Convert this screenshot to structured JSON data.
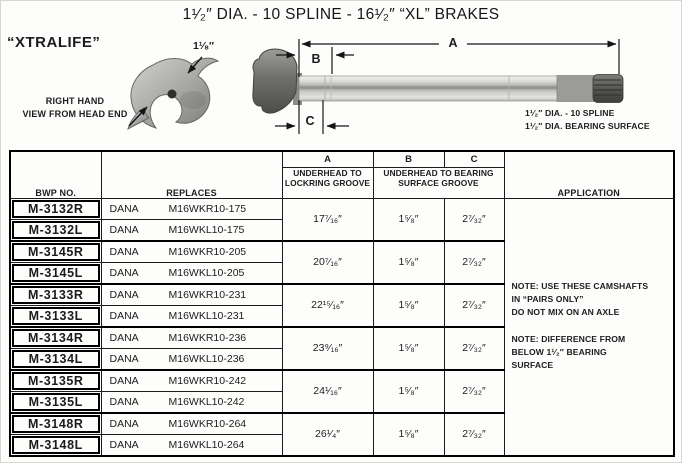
{
  "page": {
    "title": "1¹⁄₂″ DIA. - 10 SPLINE - 16¹⁄₂″ “XL” BRAKES",
    "brand_label": "“XTRALIFE”",
    "view_label_line1": "RIGHT HAND",
    "view_label_line2": "VIEW FROM HEAD END"
  },
  "diagram": {
    "cam_dim_label": "1¹⁄₈″",
    "dim_a_label": "A",
    "dim_b_label": "B",
    "dim_c_label": "C",
    "shaft_spec_line1": "1¹⁄₂″ DIA. - 10 SPLINE",
    "shaft_spec_line2": "1¹⁄₂″ DIA. BEARING SURFACE"
  },
  "table": {
    "headers": {
      "bwp": "BWP NO.",
      "replaces": "REPLACES",
      "col_a": "A",
      "col_b": "B",
      "col_c": "C",
      "a_desc_line1": "UNDERHEAD TO",
      "a_desc_line2": "LOCKRING GROOVE",
      "bc_desc_line1": "UNDERHEAD TO BEARING",
      "bc_desc_line2": "SURFACE GROOVE",
      "application": "APPLICATION"
    },
    "pairs": [
      {
        "r": {
          "bwp": "M-3132R",
          "brand": "DANA",
          "part": "M16WKR10-175"
        },
        "l": {
          "bwp": "M-3132L",
          "brand": "DANA",
          "part": "M16WKL10-175"
        },
        "a": "17⁷⁄₁₆″",
        "b": "1⁵⁄₈″",
        "c": "2⁷⁄₃₂″"
      },
      {
        "r": {
          "bwp": "M-3145R",
          "brand": "DANA",
          "part": "M16WKR10-205"
        },
        "l": {
          "bwp": "M-3145L",
          "brand": "DANA",
          "part": "M16WKL10-205"
        },
        "a": "20⁷⁄₁₆″",
        "b": "1⁵⁄₈″",
        "c": "2⁷⁄₃₂″"
      },
      {
        "r": {
          "bwp": "M-3133R",
          "brand": "DANA",
          "part": "M16WKR10-231"
        },
        "l": {
          "bwp": "M-3133L",
          "brand": "DANA",
          "part": "M16WKL10-231"
        },
        "a": "22¹⁵⁄₁₆″",
        "b": "1⁵⁄₈″",
        "c": "2⁷⁄₃₂″"
      },
      {
        "r": {
          "bwp": "M-3134R",
          "brand": "DANA",
          "part": "M16WKR10-236"
        },
        "l": {
          "bwp": "M-3134L",
          "brand": "DANA",
          "part": "M16WKL10-236"
        },
        "a": "23⁹⁄₁₆″",
        "b": "1⁵⁄₈″",
        "c": "2⁷⁄₃₂″"
      },
      {
        "r": {
          "bwp": "M-3135R",
          "brand": "DANA",
          "part": "M16WKR10-242"
        },
        "l": {
          "bwp": "M-3135L",
          "brand": "DANA",
          "part": "M16WKL10-242"
        },
        "a": "24¹⁄₁₆″",
        "b": "1⁵⁄₈″",
        "c": "2⁷⁄₃₂″"
      },
      {
        "r": {
          "bwp": "M-3148R",
          "brand": "DANA",
          "part": "M16WKR10-264"
        },
        "l": {
          "bwp": "M-3148L",
          "brand": "DANA",
          "part": "M16WKL10-264"
        },
        "a": "26¹⁄₄″",
        "b": "1⁵⁄₈″",
        "c": "2⁷⁄₃₂″"
      }
    ],
    "notes": [
      {
        "lines": [
          "NOTE: USE THESE CAMSHAFTS",
          "IN “PAIRS ONLY”",
          "DO NOT MIX ON AN AXLE"
        ]
      },
      {
        "lines": [
          "NOTE: DIFFERENCE FROM",
          "BELOW 1¹⁄₂″ BEARING",
          "SURFACE"
        ]
      }
    ]
  }
}
